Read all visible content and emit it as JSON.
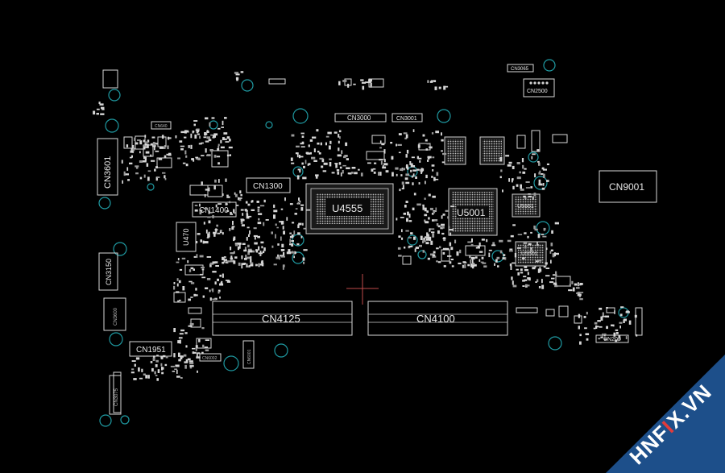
{
  "board": {
    "labels": {
      "cn3000": "CN3000",
      "cn3001": "CN3001",
      "cn3065": "CN3065",
      "cn2500": "CN2500",
      "cn1300": "CN1300",
      "cn1400": "CN1400",
      "cn3601": "CN3601",
      "cn9001": "CN9001",
      "u4555": "U4555",
      "u5001": "U5001",
      "u5551": "U5551",
      "u5501": "U5501",
      "u470": "U470",
      "cn3150": "CN3150",
      "cn3600": "CN3600",
      "cn4125": "CN4125",
      "cn4100": "CN4100",
      "cn1951": "CN1951",
      "cn200": "CN200",
      "cn6001": "CN6001",
      "cn6002": "CN6002",
      "cn3075": "CN3075",
      "cn640": "CN640"
    }
  },
  "watermark": {
    "part1": "HNF",
    "part2": "I",
    "part3": "X.VN"
  },
  "colors": {
    "background": "#000000",
    "outline": "#d8d8d8",
    "mounting_hole": "#1f9aa2",
    "crosshair": "#c04a4a",
    "watermark_band": "#1d4f8a",
    "watermark_accent": "#e23b3b"
  }
}
